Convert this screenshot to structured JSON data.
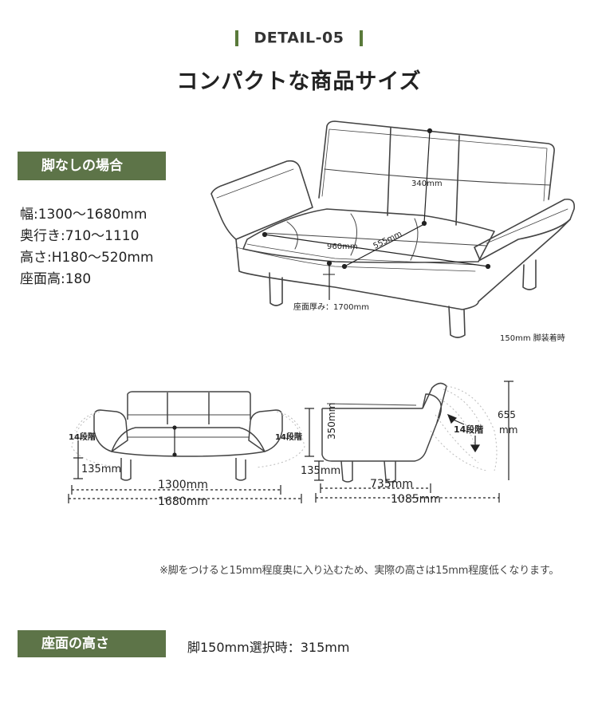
{
  "header": {
    "detail_label": "DETAIL-05",
    "title": "コンパクトな商品サイズ"
  },
  "no_legs": {
    "label": "脚なしの場合",
    "specs": [
      "幅:1300〜1680mm",
      "奥行き:710〜1110",
      "高さ:H180〜520mm",
      "座面高:180"
    ]
  },
  "top_diagram": {
    "back_height": "340mm",
    "seat_width": "960mm",
    "seat_depth": "555mm",
    "seat_thickness": "座面厚み：1700mm",
    "legs_caption": "150mm 脚装着時"
  },
  "front_diagram": {
    "arm_steps_left": "14段階",
    "arm_steps_right": "14段階",
    "seat_height": "135mm",
    "inner_width": "1300mm",
    "outer_width": "1680mm"
  },
  "side_diagram": {
    "back_height": "350mm",
    "seat_height": "135mm",
    "back_steps": "14段階",
    "total_height_value": "655",
    "total_height_unit": "mm",
    "depth_upright": "735mm",
    "depth_reclined": "1085mm"
  },
  "note": "※脚をつけると15mm程度奥に入り込むため、実際の高さは15mm程度低くなります。",
  "seat_height_section": {
    "label": "座面の高さ",
    "value": "脚150mm選択時：315mm"
  },
  "colors": {
    "accent_green": "#5d7448",
    "line": "#444444"
  }
}
